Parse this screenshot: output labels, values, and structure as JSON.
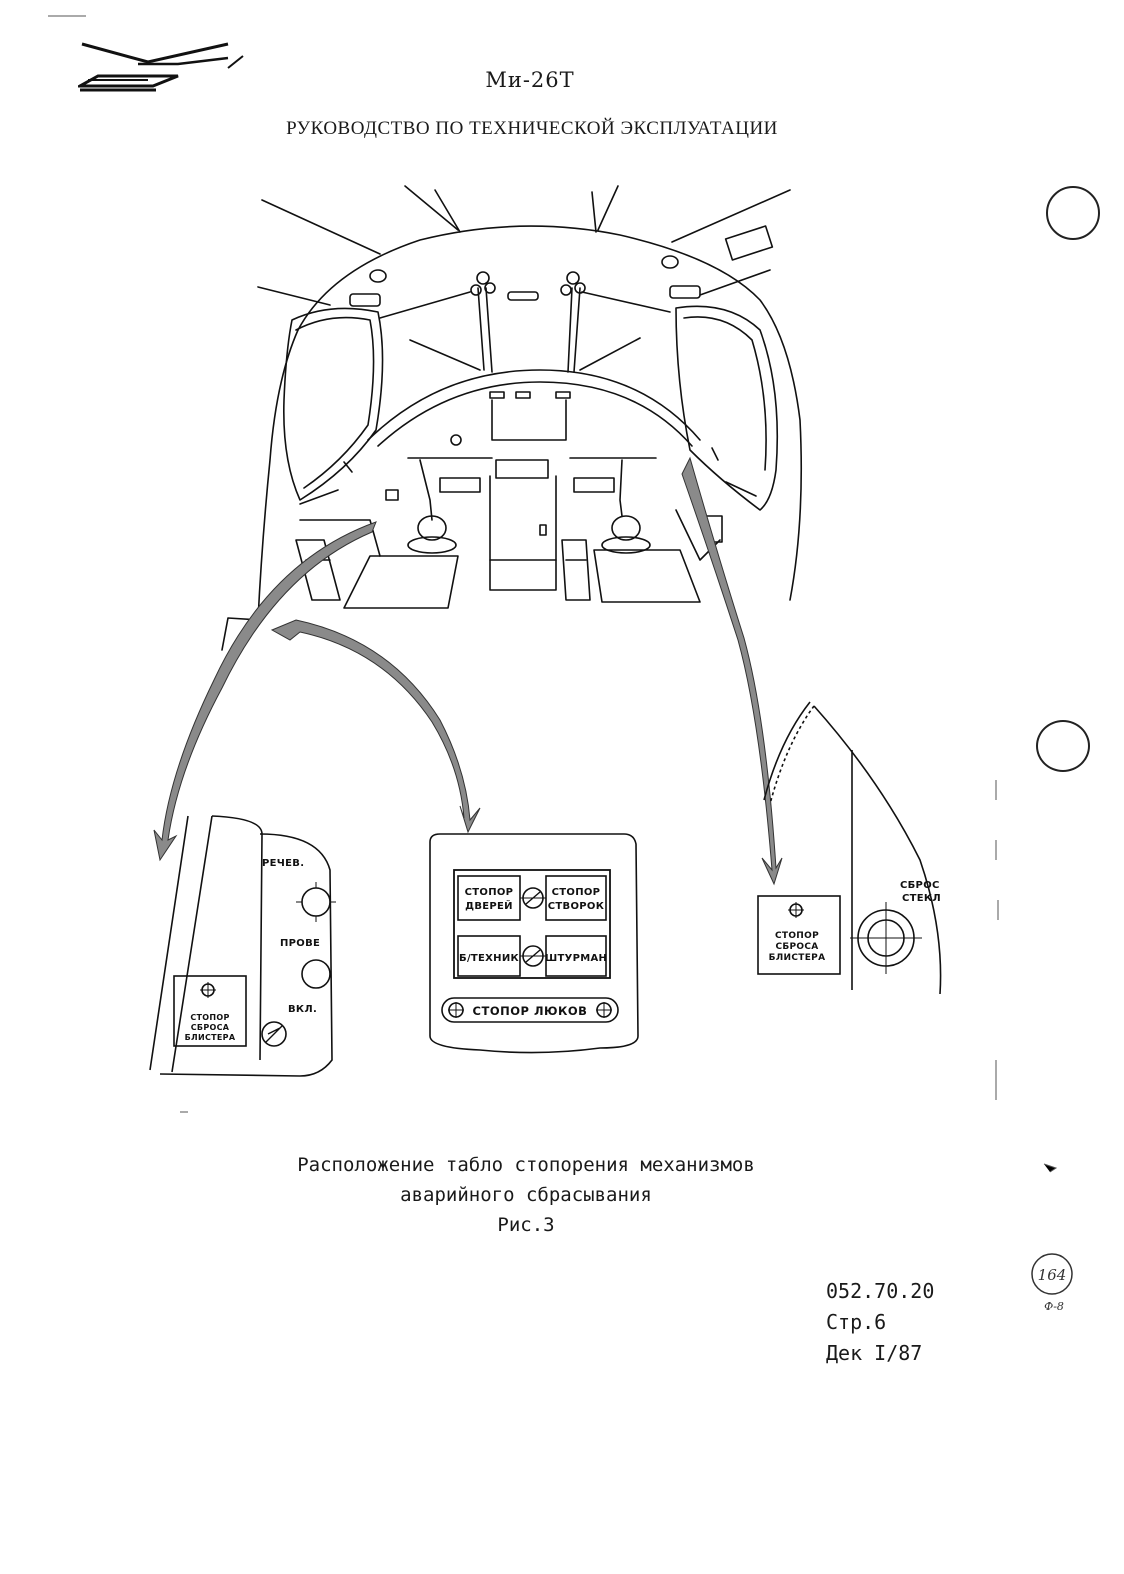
{
  "header": {
    "model": "Ми-26Т",
    "title": "РУКОВОДСТВО ПО ТЕХНИЧЕСКОЙ ЭКСПЛУАТАЦИИ"
  },
  "figure": {
    "left_panel": {
      "label_1": "РЕЧЕВ.",
      "label_2": "ПРОВЕ",
      "label_3": "ВКЛ.",
      "placard_line_1": "СТОПОР",
      "placard_line_2": "СБРОСА",
      "placard_line_3": "БЛИСТЕРА"
    },
    "center_panel": {
      "cell_1_line_1": "СТОПОР",
      "cell_1_line_2": "ДВЕРЕЙ",
      "cell_2_line_1": "СТОПОР",
      "cell_2_line_2": "СТВОРОК",
      "cell_3": "Б/ТЕХНИК",
      "cell_4": "ШТУРМАН",
      "bottom_label": "СТОПОР ЛЮКОВ"
    },
    "right_panel": {
      "placard_line_1": "СТОПОР",
      "placard_line_2": "СБРОСА",
      "placard_line_3": "БЛИСТЕРА",
      "label_line_1": "СБРОС",
      "label_line_2": "СТЕКЛ"
    }
  },
  "caption": {
    "line_1": "Расположение табло стопорения механизмов",
    "line_2": "аварийного сбрасывания",
    "line_3": "Рис.3"
  },
  "doc_number": {
    "code": "052.70.20",
    "page": "Стр.6",
    "date": "Дек I/87"
  },
  "stamp": {
    "number": "164",
    "sub": "Ф-8"
  }
}
